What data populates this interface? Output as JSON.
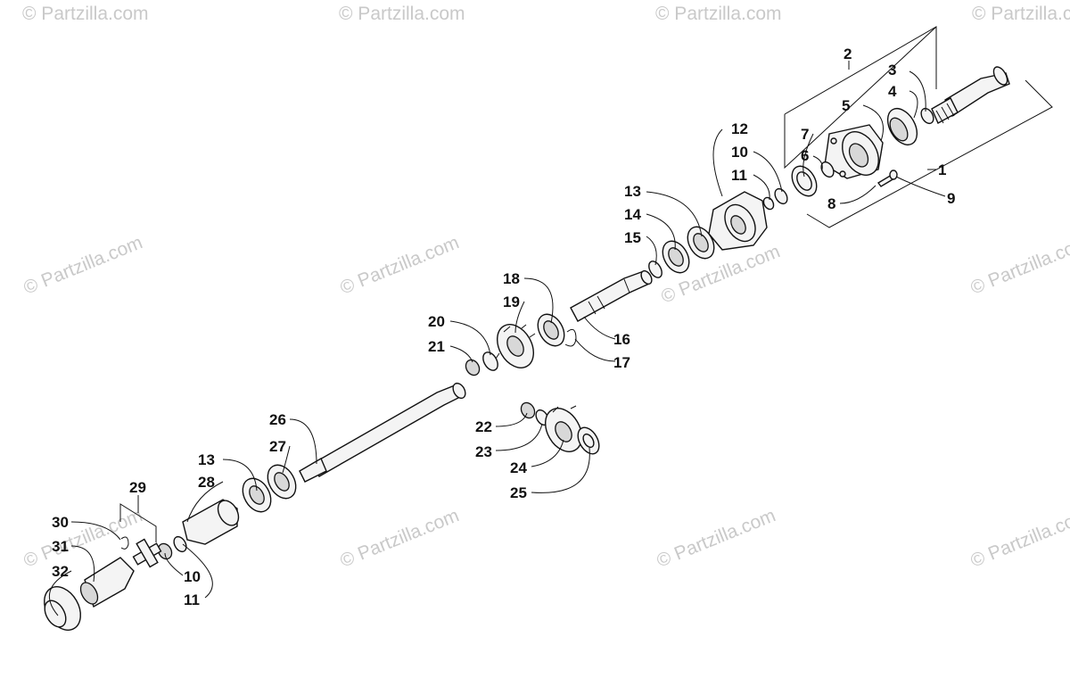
{
  "watermark": "© Partzilla.com",
  "callouts": [
    {
      "id": "c1",
      "text": "1"
    },
    {
      "id": "c2",
      "text": "2"
    },
    {
      "id": "c3",
      "text": "3"
    },
    {
      "id": "c4",
      "text": "4"
    },
    {
      "id": "c5",
      "text": "5"
    },
    {
      "id": "c6",
      "text": "6"
    },
    {
      "id": "c7",
      "text": "7"
    },
    {
      "id": "c8",
      "text": "8"
    },
    {
      "id": "c9",
      "text": "9"
    },
    {
      "id": "c10a",
      "text": "10"
    },
    {
      "id": "c11a",
      "text": "11"
    },
    {
      "id": "c12",
      "text": "12"
    },
    {
      "id": "c13a",
      "text": "13"
    },
    {
      "id": "c14",
      "text": "14"
    },
    {
      "id": "c15",
      "text": "15"
    },
    {
      "id": "c16",
      "text": "16"
    },
    {
      "id": "c17",
      "text": "17"
    },
    {
      "id": "c18",
      "text": "18"
    },
    {
      "id": "c19",
      "text": "19"
    },
    {
      "id": "c20",
      "text": "20"
    },
    {
      "id": "c21",
      "text": "21"
    },
    {
      "id": "c22",
      "text": "22"
    },
    {
      "id": "c23",
      "text": "23"
    },
    {
      "id": "c24",
      "text": "24"
    },
    {
      "id": "c25",
      "text": "25"
    },
    {
      "id": "c26",
      "text": "26"
    },
    {
      "id": "c27",
      "text": "27"
    },
    {
      "id": "c13b",
      "text": "13"
    },
    {
      "id": "c28",
      "text": "28"
    },
    {
      "id": "c29",
      "text": "29"
    },
    {
      "id": "c30",
      "text": "30"
    },
    {
      "id": "c31",
      "text": "31"
    },
    {
      "id": "c32",
      "text": "32"
    },
    {
      "id": "c10b",
      "text": "10"
    },
    {
      "id": "c11b",
      "text": "11"
    }
  ]
}
